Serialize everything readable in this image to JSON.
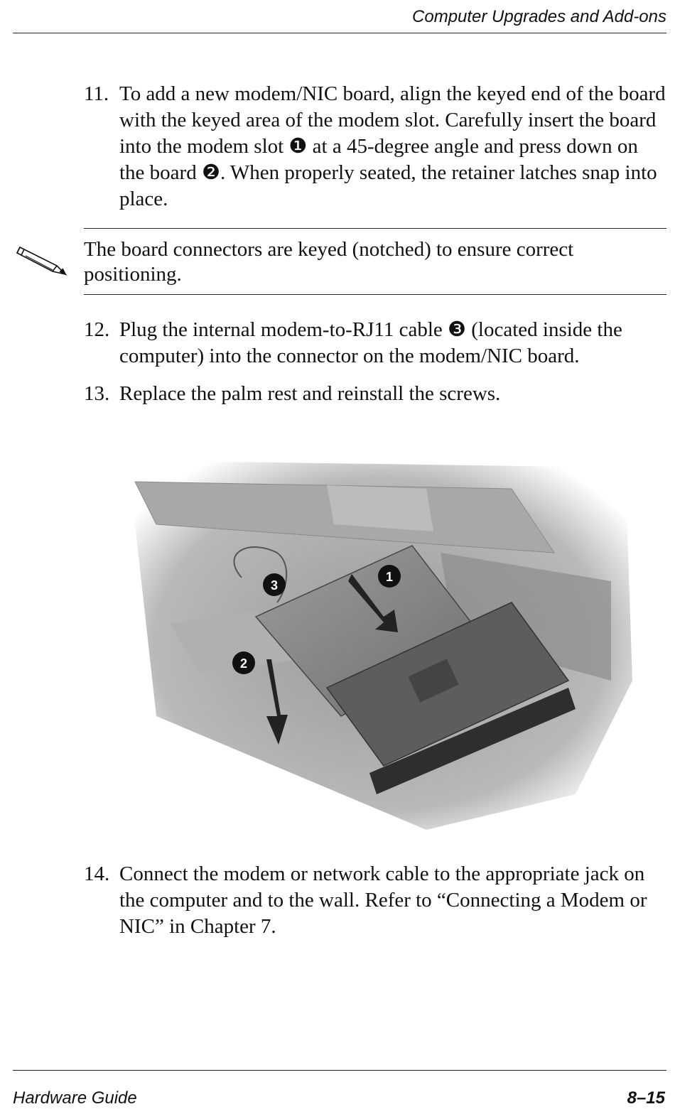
{
  "header": {
    "title": "Computer Upgrades and Add-ons"
  },
  "steps": [
    {
      "number": "11.",
      "text": "To add a new modem/NIC board, align the keyed end of the board with the keyed area of the modem slot. Carefully insert the board into the modem slot ❶ at a 45-degree angle and press down on the board ❷. When properly seated, the retainer latches snap into place."
    },
    {
      "number": "12.",
      "text": "Plug the internal modem-to-RJ11 cable ❸ (located inside the computer) into the connector on the modem/NIC board."
    },
    {
      "number": "13.",
      "text": "Replace the palm rest and reinstall the screws."
    },
    {
      "number": "14.",
      "text": "Connect the modem or network cable to the appropriate jack on the computer and to the wall. Refer to “Connecting a Modem or NIC” in Chapter 7."
    }
  ],
  "note": {
    "icon": "pencil-note-icon",
    "text": "The board connectors are keyed (notched) to ensure correct positioning."
  },
  "figure": {
    "callouts": [
      "1",
      "2",
      "3"
    ]
  },
  "footer": {
    "left": "Hardware Guide",
    "right": "8–15"
  }
}
